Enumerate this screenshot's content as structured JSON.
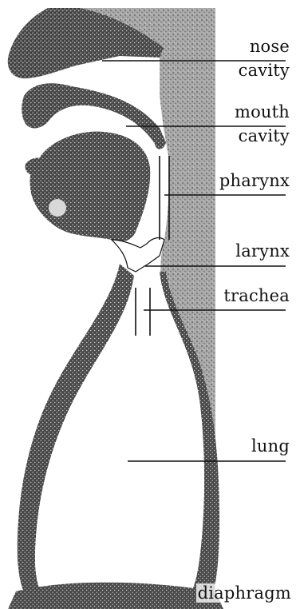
{
  "labels": {
    "nose_cavity": [
      "nose",
      "cavity"
    ],
    "mouth_cavity": [
      "mouth",
      "cavity"
    ],
    "pharynx": "pharynx",
    "larynx": "larynx",
    "trachea": "trachea",
    "lung": "lung",
    "diaphragm": "diaphragm"
  },
  "colors": {
    "ink": "#111111",
    "shade": "#9a9a9a",
    "paper": "#ffffff"
  }
}
